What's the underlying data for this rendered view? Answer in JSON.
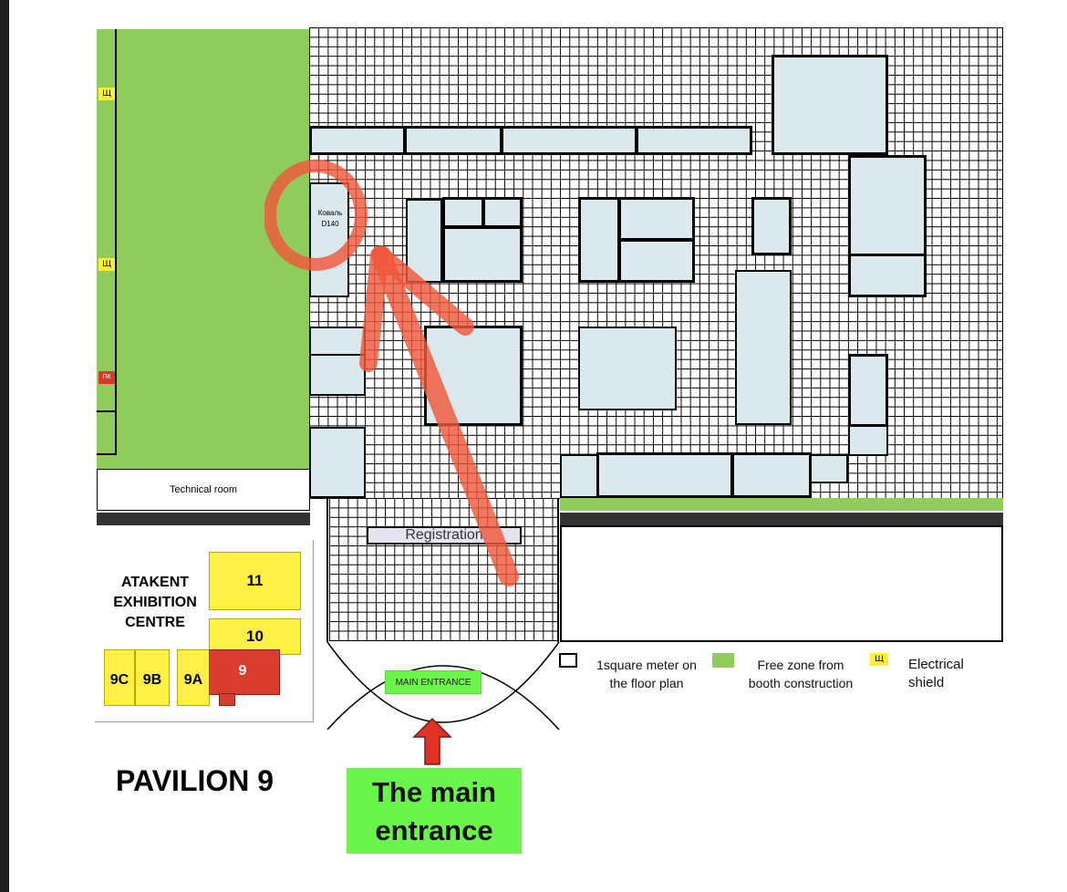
{
  "map": {
    "title": "PAVILION 9",
    "technical_room": "Technical room",
    "registration": "Registration",
    "main_entrance_small": "MAIN ENTRANCE",
    "main_entrance_big": "The main entrance",
    "booth_highlight": {
      "line1": "Коваль",
      "line2": "D140"
    },
    "shield_symbol": "Щ",
    "pk_label": "ПК",
    "colors": {
      "free_zone": "#8fcc5c",
      "booth": "#dbe9ef",
      "shield": "#ffef2e",
      "highlight": "#f0583c",
      "entrance_green": "#6bf54c",
      "arrow_red": "#e03324"
    }
  },
  "site_map": {
    "name": [
      "ATAKENT",
      "EXHIBITION",
      "CENTRE"
    ],
    "halls": {
      "h11": "11",
      "h10": "10",
      "h9c": "9C",
      "h9b": "9B",
      "h9a": "9A",
      "h9": "9"
    }
  },
  "legend": {
    "square": "1square meter on the floor plan",
    "free_zone": "Free zone from booth construction",
    "shield": "Electrical shield",
    "shield_symbol": "Щ"
  }
}
